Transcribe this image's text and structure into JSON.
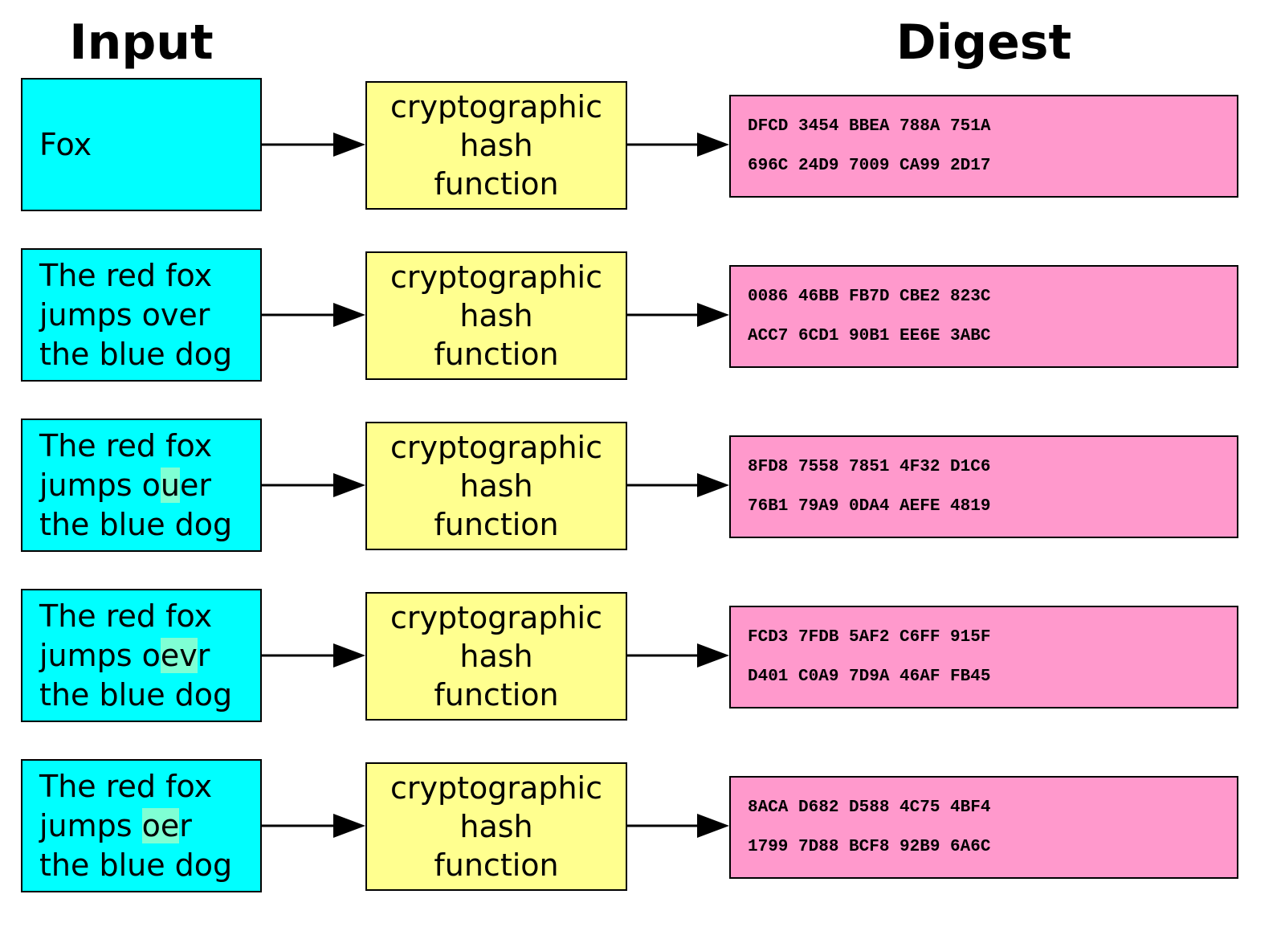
{
  "headers": {
    "input": "Input",
    "digest": "Digest"
  },
  "hash_label": [
    "cryptographic",
    "hash",
    "function"
  ],
  "colors": {
    "input": "#00ffff",
    "hash": "#ffff8f",
    "digest": "#ff99cc",
    "highlight": "#7fffd4"
  },
  "rows": [
    {
      "input": [
        {
          "pre": "Fox",
          "hl": "",
          "post": ""
        }
      ],
      "hash": [
        "cryptographic",
        "hash",
        "function"
      ],
      "digest": [
        "DFCD 3454 BBEA 788A 751A",
        "696C 24D9 7009 CA99 2D17"
      ]
    },
    {
      "input": [
        {
          "pre": "The red fox",
          "hl": "",
          "post": ""
        },
        {
          "pre": "jumps over",
          "hl": "",
          "post": ""
        },
        {
          "pre": "the blue dog",
          "hl": "",
          "post": ""
        }
      ],
      "hash": [
        "cryptographic",
        "hash",
        "function"
      ],
      "digest": [
        "0086 46BB FB7D CBE2 823C",
        "ACC7 6CD1 90B1 EE6E 3ABC"
      ]
    },
    {
      "input": [
        {
          "pre": "The red fox",
          "hl": "",
          "post": ""
        },
        {
          "pre": "jumps o",
          "hl": "u",
          "post": "er"
        },
        {
          "pre": "the blue dog",
          "hl": "",
          "post": ""
        }
      ],
      "hash": [
        "cryptographic",
        "hash",
        "function"
      ],
      "digest": [
        "8FD8 7558 7851 4F32 D1C6",
        "76B1 79A9 0DA4 AEFE 4819"
      ]
    },
    {
      "input": [
        {
          "pre": "The red fox",
          "hl": "",
          "post": ""
        },
        {
          "pre": "jumps o",
          "hl": "ev",
          "post": "r"
        },
        {
          "pre": "the blue dog",
          "hl": "",
          "post": ""
        }
      ],
      "hash": [
        "cryptographic",
        "hash",
        "function"
      ],
      "digest": [
        "FCD3 7FDB 5AF2 C6FF 915F",
        "D401 C0A9 7D9A 46AF FB45"
      ]
    },
    {
      "input": [
        {
          "pre": "The red fox",
          "hl": "",
          "post": ""
        },
        {
          "pre": "jumps ",
          "hl": "oe",
          "post": "r"
        },
        {
          "pre": "the blue dog",
          "hl": "",
          "post": ""
        }
      ],
      "hash": [
        "cryptographic",
        "hash",
        "function"
      ],
      "digest": [
        "8ACA D682 D588 4C75 4BF4",
        "1799 7D88 BCF8 92B9 6A6C"
      ]
    }
  ]
}
